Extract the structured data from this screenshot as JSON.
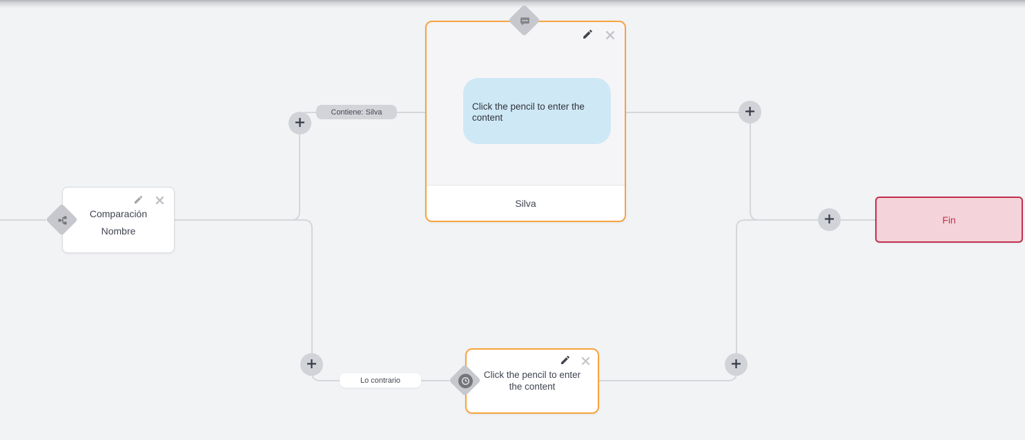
{
  "app": {
    "view": "chatbot-flow-builder-canvas"
  },
  "colors": {
    "canvas_bg": "#f2f3f5",
    "wire": "#d5d6db",
    "accent_orange": "#f8a23c",
    "end_fill": "#f4d4da",
    "end_accent": "#c22d4e",
    "bubble_fill": "#cfe8f5",
    "port_fill": "#c7c8cd",
    "pill_fill": "#d3d4d9"
  },
  "nodes": {
    "condition": {
      "title": "Comparación Nombre",
      "port_icon": "branch-icon"
    },
    "message": {
      "bubble_text": "Click the pencil to enter the content",
      "footer": "Silva",
      "port_icon": "message-icon"
    },
    "action": {
      "placeholder_text": "Click the pencil to enter the content",
      "port_icon": "clock-icon"
    },
    "end": {
      "label": "Fin"
    }
  },
  "edge_labels": {
    "match": "Contiene: Silva",
    "otherwise": "Lo contrario"
  },
  "controls": {
    "edit_icon": "pencil-icon",
    "delete_icon": "close-icon",
    "add_icon": "plus-icon"
  }
}
